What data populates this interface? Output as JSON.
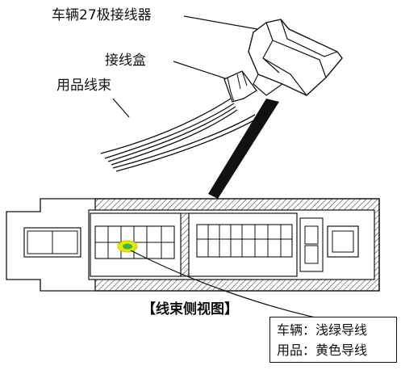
{
  "callouts": {
    "connector_label": "车辆27极接线器",
    "junction_box_label": "接线盒",
    "harness_label": "用品线束"
  },
  "caption": "【线束侧视图】",
  "legend": {
    "vehicle_line": "车辆：浅绿导线",
    "accessory_line": "用品：黄色导线"
  },
  "colors": {
    "highlight_outer": "#e8e800",
    "highlight_inner": "#3ab54a",
    "line": "#111111",
    "hatch": "#555555"
  }
}
